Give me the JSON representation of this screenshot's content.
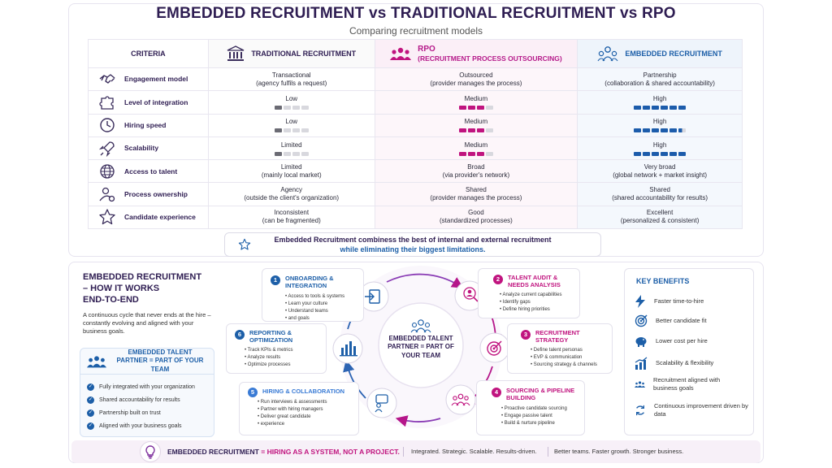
{
  "header": {
    "title": "EMBEDDED RECRUITMENT vs TRADITIONAL RECRUITMENT vs RPO",
    "subtitle": "Comparing recruitment models"
  },
  "table": {
    "headers": {
      "criteria": "CRITERIA",
      "traditional": "TRADITIONAL RECRUITMENT",
      "rpo": "RPO",
      "rpo_sub": "(RECRUITMENT PROCESS OUTSOURCING)",
      "embedded": "EMBEDDED RECRUITMENT"
    },
    "rows": [
      {
        "icon": "handshake-icon",
        "criteria": "Engagement model",
        "trad": {
          "main": "Transactional",
          "sub": "(agency fulfils a request)"
        },
        "rpo": {
          "main": "Outsourced",
          "sub": "(provider manages the process)"
        },
        "emb": {
          "main": "Partnership",
          "sub": "(collaboration & shared accountability)"
        }
      },
      {
        "icon": "puzzle-icon",
        "criteria": "Level of integration",
        "trad": {
          "main": "Low",
          "level": 1
        },
        "rpo": {
          "main": "Medium",
          "level": 3
        },
        "emb": {
          "main": "High",
          "level": 6
        }
      },
      {
        "icon": "clock-icon",
        "criteria": "Hiring speed",
        "trad": {
          "main": "Low",
          "level": 1
        },
        "rpo": {
          "main": "Medium",
          "level": 3
        },
        "emb": {
          "main": "High",
          "level": 5.5
        }
      },
      {
        "icon": "rocket-icon",
        "criteria": "Scalability",
        "trad": {
          "main": "Limited",
          "level": 1
        },
        "rpo": {
          "main": "Medium",
          "level": 3
        },
        "emb": {
          "main": "High",
          "level": 6
        }
      },
      {
        "icon": "globe-icon",
        "criteria": "Access to talent",
        "trad": {
          "main": "Limited",
          "sub": "(mainly local market)"
        },
        "rpo": {
          "main": "Broad",
          "sub": "(via provider's network)"
        },
        "emb": {
          "main": "Very broad",
          "sub": "(global network + market insight)"
        }
      },
      {
        "icon": "user-gear-icon",
        "criteria": "Process ownership",
        "trad": {
          "main": "Agency",
          "sub": "(outside the client's organization)"
        },
        "rpo": {
          "main": "Shared",
          "sub": "(provider manages the process)"
        },
        "emb": {
          "main": "Shared",
          "sub": "(shared accountability for results)"
        }
      },
      {
        "icon": "star-icon",
        "criteria": "Candidate experience",
        "trad": {
          "main": "Inconsistent",
          "sub": "(can be fragmented)"
        },
        "rpo": {
          "main": "Good",
          "sub": "(standardized processes)"
        },
        "emb": {
          "main": "Excellent",
          "sub": "(personalized & consistent)"
        }
      }
    ]
  },
  "callout": {
    "line1": "Embedded Recruitment combiness the best of internal and external recruitment",
    "line2": "while eliminating their biggest limitations."
  },
  "how": {
    "title1": "EMBEDDED RECRUITMENT",
    "title2": "– HOW IT WORKS",
    "title3": "END-TO-END",
    "desc": "A continuous cycle that never ends at the hire – constantly evolving and aligned with your business goals.",
    "partner_title": "EMBEDDED TALENT PARTNER = PART OF YOUR TEAM",
    "partner_items": [
      "Fully integrated with your organization",
      "Shared accountability for results",
      "Partnership built on trust",
      "Aligned with your business goals"
    ]
  },
  "cycle": {
    "center": "EMBEDDED TALENT PARTNER = PART OF YOUR TEAM",
    "steps": [
      {
        "num": "1",
        "title": "ONBOARDING & INTEGRATION",
        "items": [
          "Access to tools & systems",
          "Learn your culture",
          "Understand teams",
          "and goals"
        ]
      },
      {
        "num": "2",
        "title": "TALENT AUDIT & NEEDS ANALYSIS",
        "items": [
          "Analyze current capabilities",
          "Identify gaps",
          "Define hiring priorities"
        ]
      },
      {
        "num": "3",
        "title": "RECRUITMENT STRATEGY",
        "items": [
          "Define talent personas",
          "EVP & communication",
          "Sourcing strategy & channels"
        ]
      },
      {
        "num": "4",
        "title": "SOURCING & PIPELINE BUILDING",
        "items": [
          "Proactive candidate sourcing",
          "Engage passive talent",
          "Build & nurture pipeline"
        ]
      },
      {
        "num": "5",
        "title": "HIRING & COLLABORATION",
        "items": [
          "Run interviews & assessments",
          "Partner with hiring managers",
          "Deliver great candidate",
          "experience"
        ]
      },
      {
        "num": "6",
        "title": "REPORTING & OPTIMIZATION",
        "items": [
          "Track KPIs & metrics",
          "Analyze results",
          "Optimize processes"
        ]
      }
    ]
  },
  "benefits": {
    "title": "KEY BENEFITS",
    "items": [
      {
        "icon": "lightning-icon",
        "text": "Faster time-to-hire"
      },
      {
        "icon": "target-icon",
        "text": "Better candidate fit"
      },
      {
        "icon": "piggy-bank-icon",
        "text": "Lower cost per hire"
      },
      {
        "icon": "growth-chart-icon",
        "text": "Scalability & flexibility"
      },
      {
        "icon": "team-icon",
        "text": "Recruitment aligned with business goals"
      },
      {
        "icon": "cycle-icon",
        "text": "Continuous improvement driven by data"
      }
    ]
  },
  "footer": {
    "main_a": "EMBEDDED RECRUITMENT",
    "main_b": "= HIRING AS A SYSTEM, NOT A PROJECT.",
    "tagline1": "Integrated. Strategic. Scalable. Results-driven.",
    "tagline2": "Better teams. Faster growth. Stronger business."
  },
  "colors": {
    "navy": "#2e1d52",
    "magenta": "#c0147f",
    "blue": "#1d5fa8",
    "step_colors": [
      "#1d5fa8",
      "#c0147f",
      "#c0147f",
      "#c0147f",
      "#3a7bd5",
      "#1d5fa8"
    ]
  }
}
